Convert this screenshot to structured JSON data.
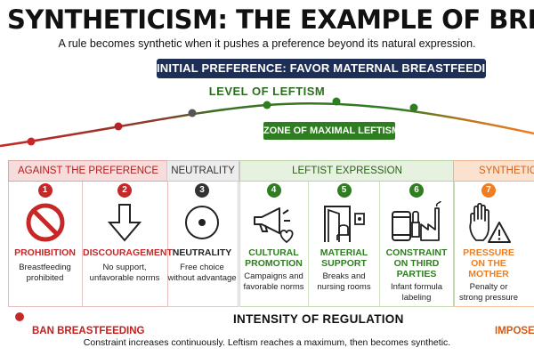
{
  "title": "SYNTHETICISM: THE EXAMPLE OF BREASTF",
  "subtitle": "A rule becomes synthetic when it pushes a preference beyond its natural expression.",
  "banner": "INITIAL PREFERENCE: FAVOR MATERNAL BREASTFEEDING",
  "curve_label": "LEVEL OF LEFTISM",
  "zone_label": "ZONE OF MAXIMAL LEFTISM",
  "sections": {
    "against": "AGAINST THE PREFERENCE",
    "neutral": "NEUTRALITY",
    "leftist": "LEFTIST EXPRESSION",
    "synthetic": "SYNTHETIC"
  },
  "colors": {
    "red": "#c62828",
    "gray": "#333333",
    "green": "#2f7d21",
    "orange": "#ef7d22",
    "navy": "#1e2f57"
  },
  "steps": [
    {
      "number": "1",
      "label": "PROHIBITION",
      "desc": "Breastfeeding prohibited",
      "icon": "prohibition-icon"
    },
    {
      "number": "2",
      "label": "DISCOURAGEMENT",
      "desc": "No support, unfavorable norms",
      "icon": "down-arrow-icon"
    },
    {
      "number": "3",
      "label": "NEUTRALITY",
      "desc": "Free choice without advantage",
      "icon": "neutral-circle-icon"
    },
    {
      "number": "4",
      "label_1": "CULTURAL",
      "label_2": "PROMOTION",
      "desc": "Campaigns and favorable norms",
      "icon": "megaphone-heart-icon"
    },
    {
      "number": "5",
      "label_1": "MATERIAL",
      "label_2": "SUPPORT",
      "desc": "Breaks and nursing rooms",
      "icon": "nursing-room-icon"
    },
    {
      "number": "6",
      "label_1": "CONSTRAINT",
      "label_2": "ON THIRD PARTIES",
      "desc": "Infant formula labeling",
      "icon": "formula-factory-icon"
    },
    {
      "number": "7",
      "label_1": "PRESSURE",
      "label_2": "ON THE MOTHER",
      "desc_1": "Penalty or",
      "desc_2": "strong pressure",
      "icon": "hand-warning-icon"
    }
  ],
  "axis_label": "INTENSITY OF REGULATION",
  "axis_left": "BAN BREASTFEEDING",
  "axis_right": "IMPOSE",
  "footnote": "Constraint increases continuously. Leftism reaches a maximum, then becomes synthetic."
}
